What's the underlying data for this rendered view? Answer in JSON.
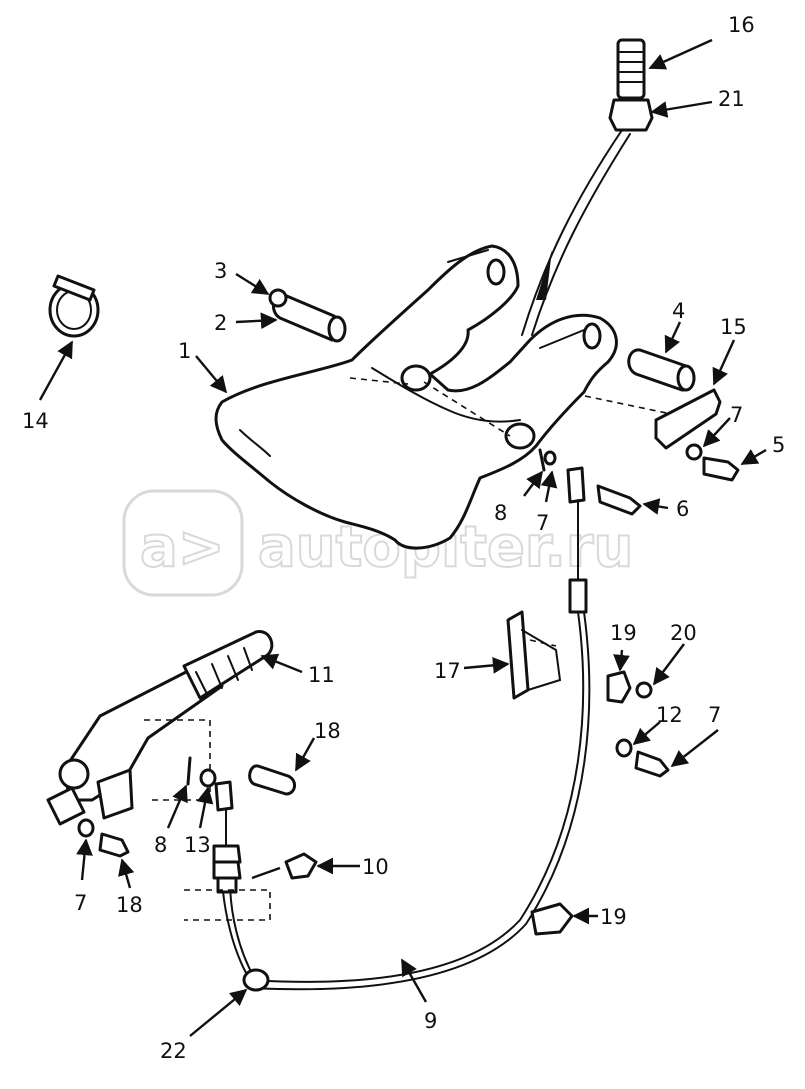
{
  "watermark": {
    "text": "autopiter.ru",
    "logo_glyph": "a>"
  },
  "callouts": [
    "16",
    "21",
    "3",
    "2",
    "14",
    "1",
    "4",
    "15",
    "7",
    "5",
    "8",
    "7",
    "6",
    "19",
    "20",
    "17",
    "11",
    "12",
    "7",
    "18",
    "8",
    "13",
    "10",
    "7",
    "18",
    "19",
    "9",
    "22"
  ]
}
